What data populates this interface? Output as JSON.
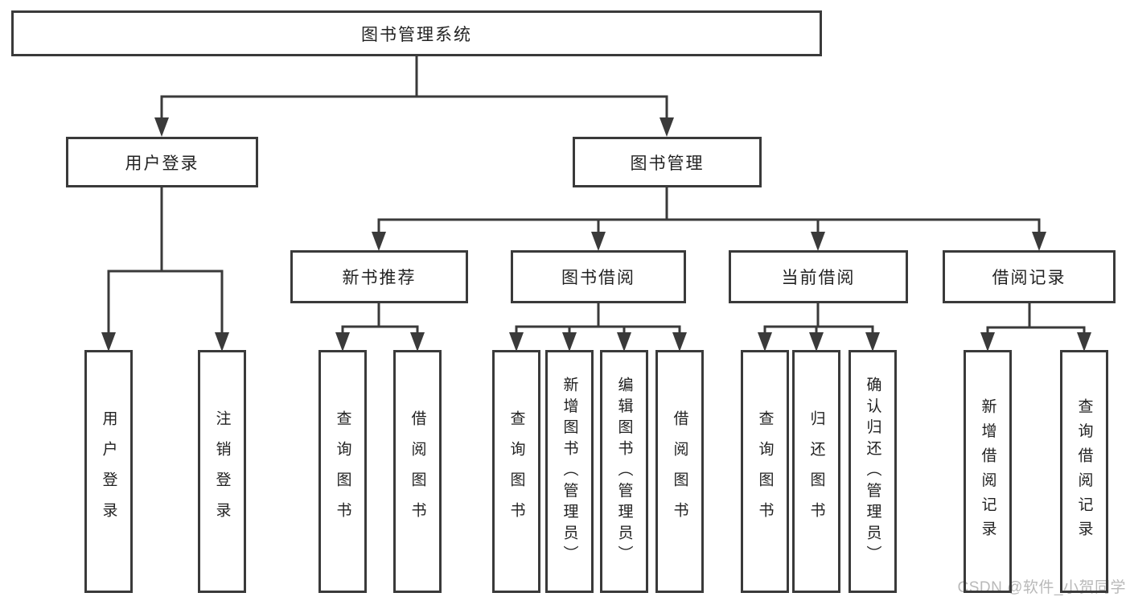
{
  "diagram": {
    "type": "tree",
    "root": {
      "label": "图书管理系统"
    },
    "level2": [
      {
        "label": "用户登录"
      },
      {
        "label": "图书管理"
      }
    ],
    "level3": [
      {
        "label": "新书推荐",
        "parent": "图书管理"
      },
      {
        "label": "图书借阅",
        "parent": "图书管理"
      },
      {
        "label": "当前借阅",
        "parent": "图书管理"
      },
      {
        "label": "借阅记录",
        "parent": "图书管理"
      }
    ],
    "leaves": [
      {
        "label": "用户登录",
        "parent": "用户登录"
      },
      {
        "label": "注销登录",
        "parent": "用户登录"
      },
      {
        "label": "查询图书",
        "parent": "新书推荐"
      },
      {
        "label": "借阅图书",
        "parent": "新书推荐"
      },
      {
        "label": "查询图书",
        "parent": "图书借阅"
      },
      {
        "label": "新增图书（管理员）",
        "parent": "图书借阅"
      },
      {
        "label": "编辑图书（管理员）",
        "parent": "图书借阅"
      },
      {
        "label": "借阅图书",
        "parent": "图书借阅"
      },
      {
        "label": "查询图书",
        "parent": "当前借阅"
      },
      {
        "label": "归还图书",
        "parent": "当前借阅"
      },
      {
        "label": "确认归还（管理员）",
        "parent": "当前借阅"
      },
      {
        "label": "新增借阅记录",
        "parent": "借阅记录"
      },
      {
        "label": "查询借阅记录",
        "parent": "借阅记录"
      }
    ],
    "structure": {
      "图书管理系统": [
        "用户登录",
        "图书管理"
      ],
      "用户登录": [
        "用户登录",
        "注销登录"
      ],
      "图书管理": [
        "新书推荐",
        "图书借阅",
        "当前借阅",
        "借阅记录"
      ],
      "新书推荐": [
        "查询图书",
        "借阅图书"
      ],
      "图书借阅": [
        "查询图书",
        "新增图书（管理员）",
        "编辑图书（管理员）",
        "借阅图书"
      ],
      "当前借阅": [
        "查询图书",
        "归还图书",
        "确认归还（管理员）"
      ],
      "借阅记录": [
        "新增借阅记录",
        "查询借阅记录"
      ]
    }
  },
  "watermark": {
    "text": "CSDN @软件_小贺同学"
  },
  "colors": {
    "line": "#3a3a3a",
    "text": "#222222",
    "background": "#ffffff",
    "watermark": "#b9b9b9"
  }
}
